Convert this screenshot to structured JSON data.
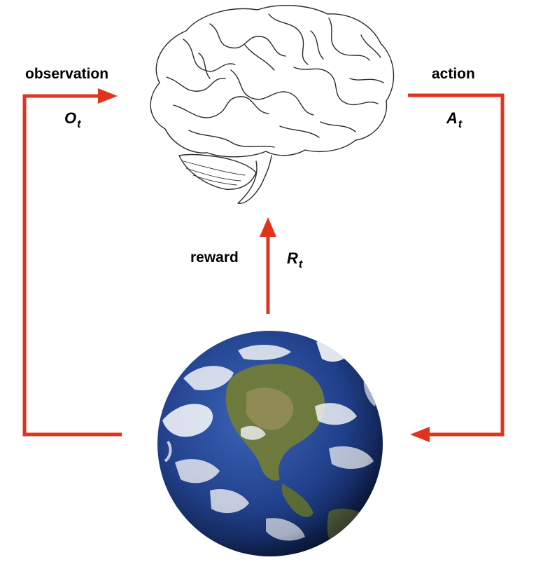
{
  "labels": {
    "observation": "observation",
    "observation_symbol": "O",
    "observation_subscript": "t",
    "action": "action",
    "action_symbol": "A",
    "action_subscript": "t",
    "reward": "reward",
    "reward_symbol": "R",
    "reward_subscript": "t"
  },
  "colors": {
    "arrow": "#e2341d",
    "brain_outline": "#2a2a2a",
    "earth_ocean": "#1f3f8c",
    "earth_land": "#6d7a3c",
    "earth_cloud": "#f2f4f8"
  },
  "icons": {
    "agent": "brain-icon",
    "environment": "earth-icon"
  }
}
